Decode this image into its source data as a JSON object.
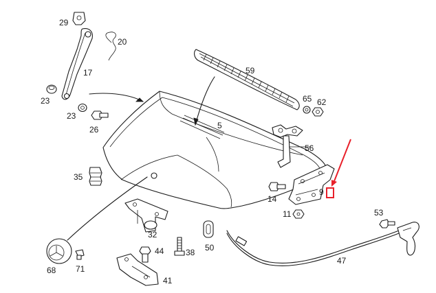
{
  "callouts": {
    "c29": "29",
    "c20": "20",
    "c17": "17",
    "c23a": "23",
    "c23b": "23",
    "c26": "26",
    "c59": "59",
    "c5": "5",
    "c65": "65",
    "c62": "62",
    "c56": "56",
    "c35": "35",
    "c14": "14",
    "c9": "9",
    "c11": "11",
    "c53": "53",
    "c32": "32",
    "c44": "44",
    "c38": "38",
    "c50": "50",
    "c47": "47",
    "c68": "68",
    "c71": "71",
    "c41": "41"
  },
  "colors": {
    "line": "#1a1a1a",
    "highlight": "#e8202a",
    "background": "#ffffff"
  }
}
